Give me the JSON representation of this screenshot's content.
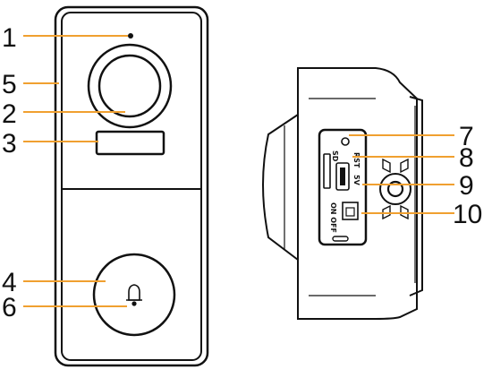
{
  "diagram": {
    "callouts": [
      {
        "id": "c1",
        "label": "1"
      },
      {
        "id": "c2",
        "label": "2"
      },
      {
        "id": "c3",
        "label": "3"
      },
      {
        "id": "c4",
        "label": "4"
      },
      {
        "id": "c5",
        "label": "5"
      },
      {
        "id": "c6",
        "label": "6"
      },
      {
        "id": "c7",
        "label": "7"
      },
      {
        "id": "c8",
        "label": "8"
      },
      {
        "id": "c9",
        "label": "9"
      },
      {
        "id": "c10",
        "label": "10"
      }
    ],
    "side_labels": {
      "sd": "SD",
      "rst": "RST",
      "five_v": "5V",
      "on_off": "ON OFF"
    },
    "colors": {
      "leader_line": "#f0a030",
      "outline": "#111111",
      "number": "#111111"
    }
  }
}
